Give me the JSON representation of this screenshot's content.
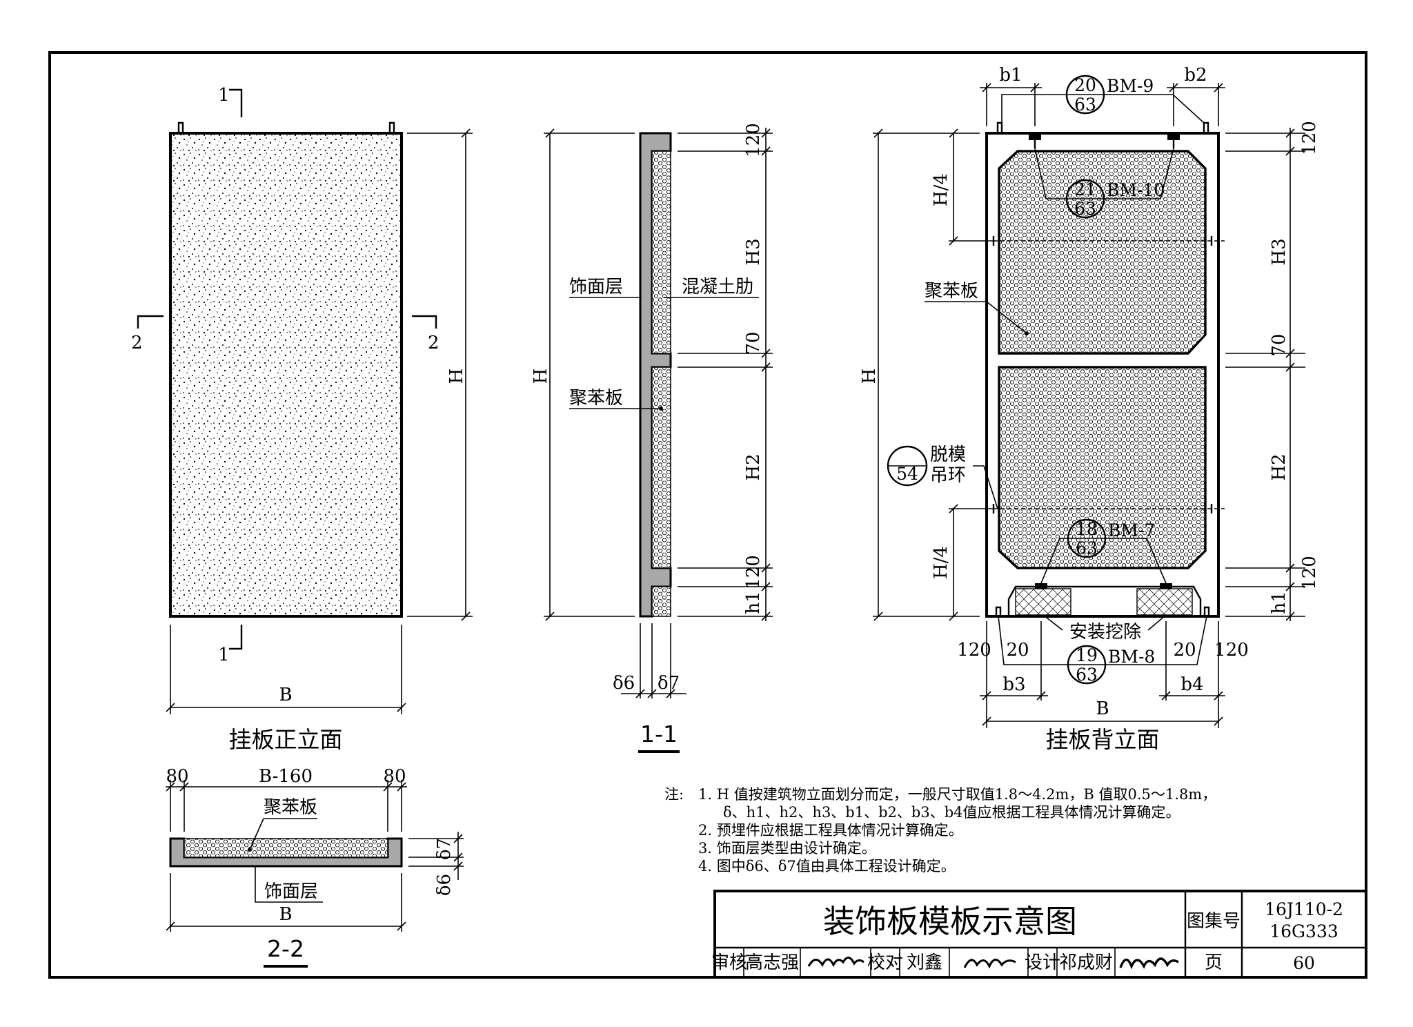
{
  "front_view": {
    "title": "挂板正立面",
    "section_top": "1",
    "section_bottom": "1",
    "section_left": "2",
    "section_right": "2",
    "dim_height": "H",
    "dim_width": "B"
  },
  "section_1_1": {
    "title": "1-1",
    "label_finish": "饰面层",
    "label_rib": "混凝土肋",
    "label_eps": "聚苯板",
    "dim_height": "H",
    "dims_right": [
      "120",
      "H3",
      "70",
      "H2",
      "120",
      "h1"
    ],
    "dim_d6": "δ6",
    "dim_d7": "δ7"
  },
  "back_view": {
    "title": "挂板背立面",
    "dim_b1": "b1",
    "dim_b2": "b2",
    "dim_height": "H",
    "dim_h4_top": "H/4",
    "dim_h4_bottom": "H/4",
    "dims_right": [
      "120",
      "H3",
      "70",
      "H2",
      "120",
      "h1"
    ],
    "label_eps": "聚苯板",
    "demold_ref": "54",
    "demold_line1": "脱模",
    "demold_line2": "吊环",
    "install_remove": "安装挖除",
    "bottom_dims": [
      "120",
      "20",
      "20",
      "120"
    ],
    "dim_b3": "b3",
    "dim_b4": "b4",
    "dim_width": "B",
    "refs": [
      {
        "top": "20",
        "bottom": "63",
        "code": "BM-9"
      },
      {
        "top": "21",
        "bottom": "63",
        "code": "BM-10"
      },
      {
        "top": "18",
        "bottom": "63",
        "code": "BM-7"
      },
      {
        "top": "19",
        "bottom": "63",
        "code": "BM-8"
      }
    ]
  },
  "section_2_2": {
    "title": "2-2",
    "dim_left": "80",
    "dim_mid": "B-160",
    "dim_right": "80",
    "label_eps": "聚苯板",
    "label_finish": "饰面层",
    "dim_width": "B",
    "dim_d7": "δ7",
    "dim_d6": "δ6"
  },
  "notes": {
    "prefix": "注:",
    "lines": [
      "1.  H 值按建筑物立面划分而定，一般尺寸取值1.8～4.2m，B 值取0.5～1.8m，",
      "δ、h1、h2、h3、b1、b2、b3、b4值应根据工程具体情况计算确定。",
      "2.  预埋件应根据工程具体情况计算确定。",
      "3.  饰面层类型由设计确定。",
      "4.  图中δ6、δ7值由具体工程设计确定。"
    ]
  },
  "title_block": {
    "drawing_title": "装饰板模板示意图",
    "atlas_label": "图集号",
    "atlas_no_1": "16J110-2",
    "atlas_no_2": "16G333",
    "review_label": "审核",
    "reviewer": "高志强",
    "check_label": "校对",
    "checker": "刘鑫",
    "design_label": "设计",
    "designer": "祁成财",
    "page_label": "页",
    "page_no": "60"
  }
}
